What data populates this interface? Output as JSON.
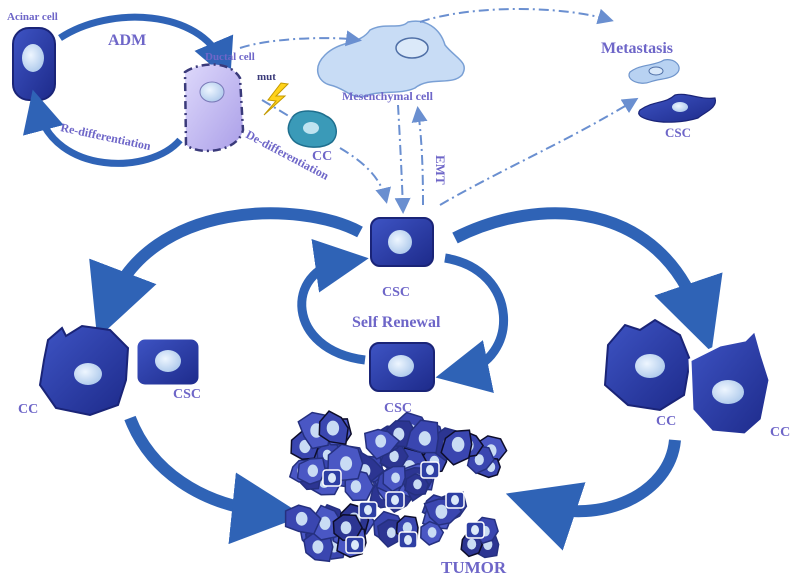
{
  "labels": {
    "acinar_cell": "Acinar cell",
    "adm": "ADM",
    "ductal_cell": "Ductal cell",
    "mut": "mut",
    "re_differentiation": "Re-differentiation",
    "cc_top": "CC",
    "de_differentiation": "De-differentiation",
    "mesenchymal_cell": "Mesenchymal cell",
    "emt": "EMT",
    "metastasis": "Metastasis",
    "csc_metastasis": "CSC",
    "csc_center_top": "CSC",
    "self_renewal": "Self Renewal",
    "csc_center_bottom": "CSC",
    "cc_left": "CC",
    "csc_left": "CSC",
    "cc_right_1": "CC",
    "cc_right_2": "CC",
    "tumor": "TUMOR"
  },
  "colors": {
    "text": "#6e66c8",
    "arrow": "#2f63b6",
    "dash": "#6a8fd0",
    "cell_dark": "#2e3fa4",
    "nucleus": "#cfe1f5",
    "mesenchymal": "#c8dcf5",
    "ductal": "#c9c2f3",
    "lightning": "#ffd21a"
  }
}
